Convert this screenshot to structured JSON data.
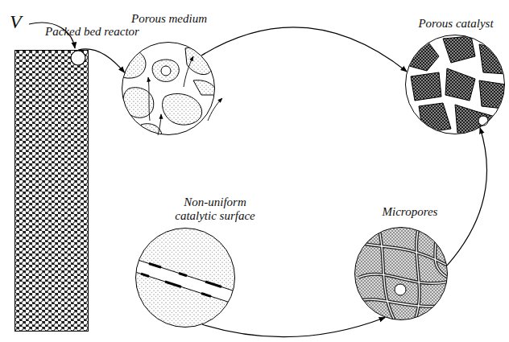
{
  "diagram": {
    "nodes": [
      {
        "text": [
          "Packed bed reactor"
        ]
      },
      {
        "text": [
          "Porous medium"
        ]
      },
      {
        "text": [
          "Porous catalyst"
        ]
      },
      {
        "text": [
          "Non-uniform catalytic surface"
        ]
      },
      {
        "text": [
          "Micropores"
        ]
      }
    ],
    "edges": [
      {
        "from": 0,
        "to": 1,
        "arrow": "to"
      },
      {
        "from": 1,
        "to": 2,
        "arrow": "to"
      },
      {
        "from": 4,
        "to": 2,
        "arrow": "to"
      },
      {
        "from": 3,
        "to": 4,
        "arrow": "to"
      }
    ],
    "labels": [
      "V"
    ]
  }
}
